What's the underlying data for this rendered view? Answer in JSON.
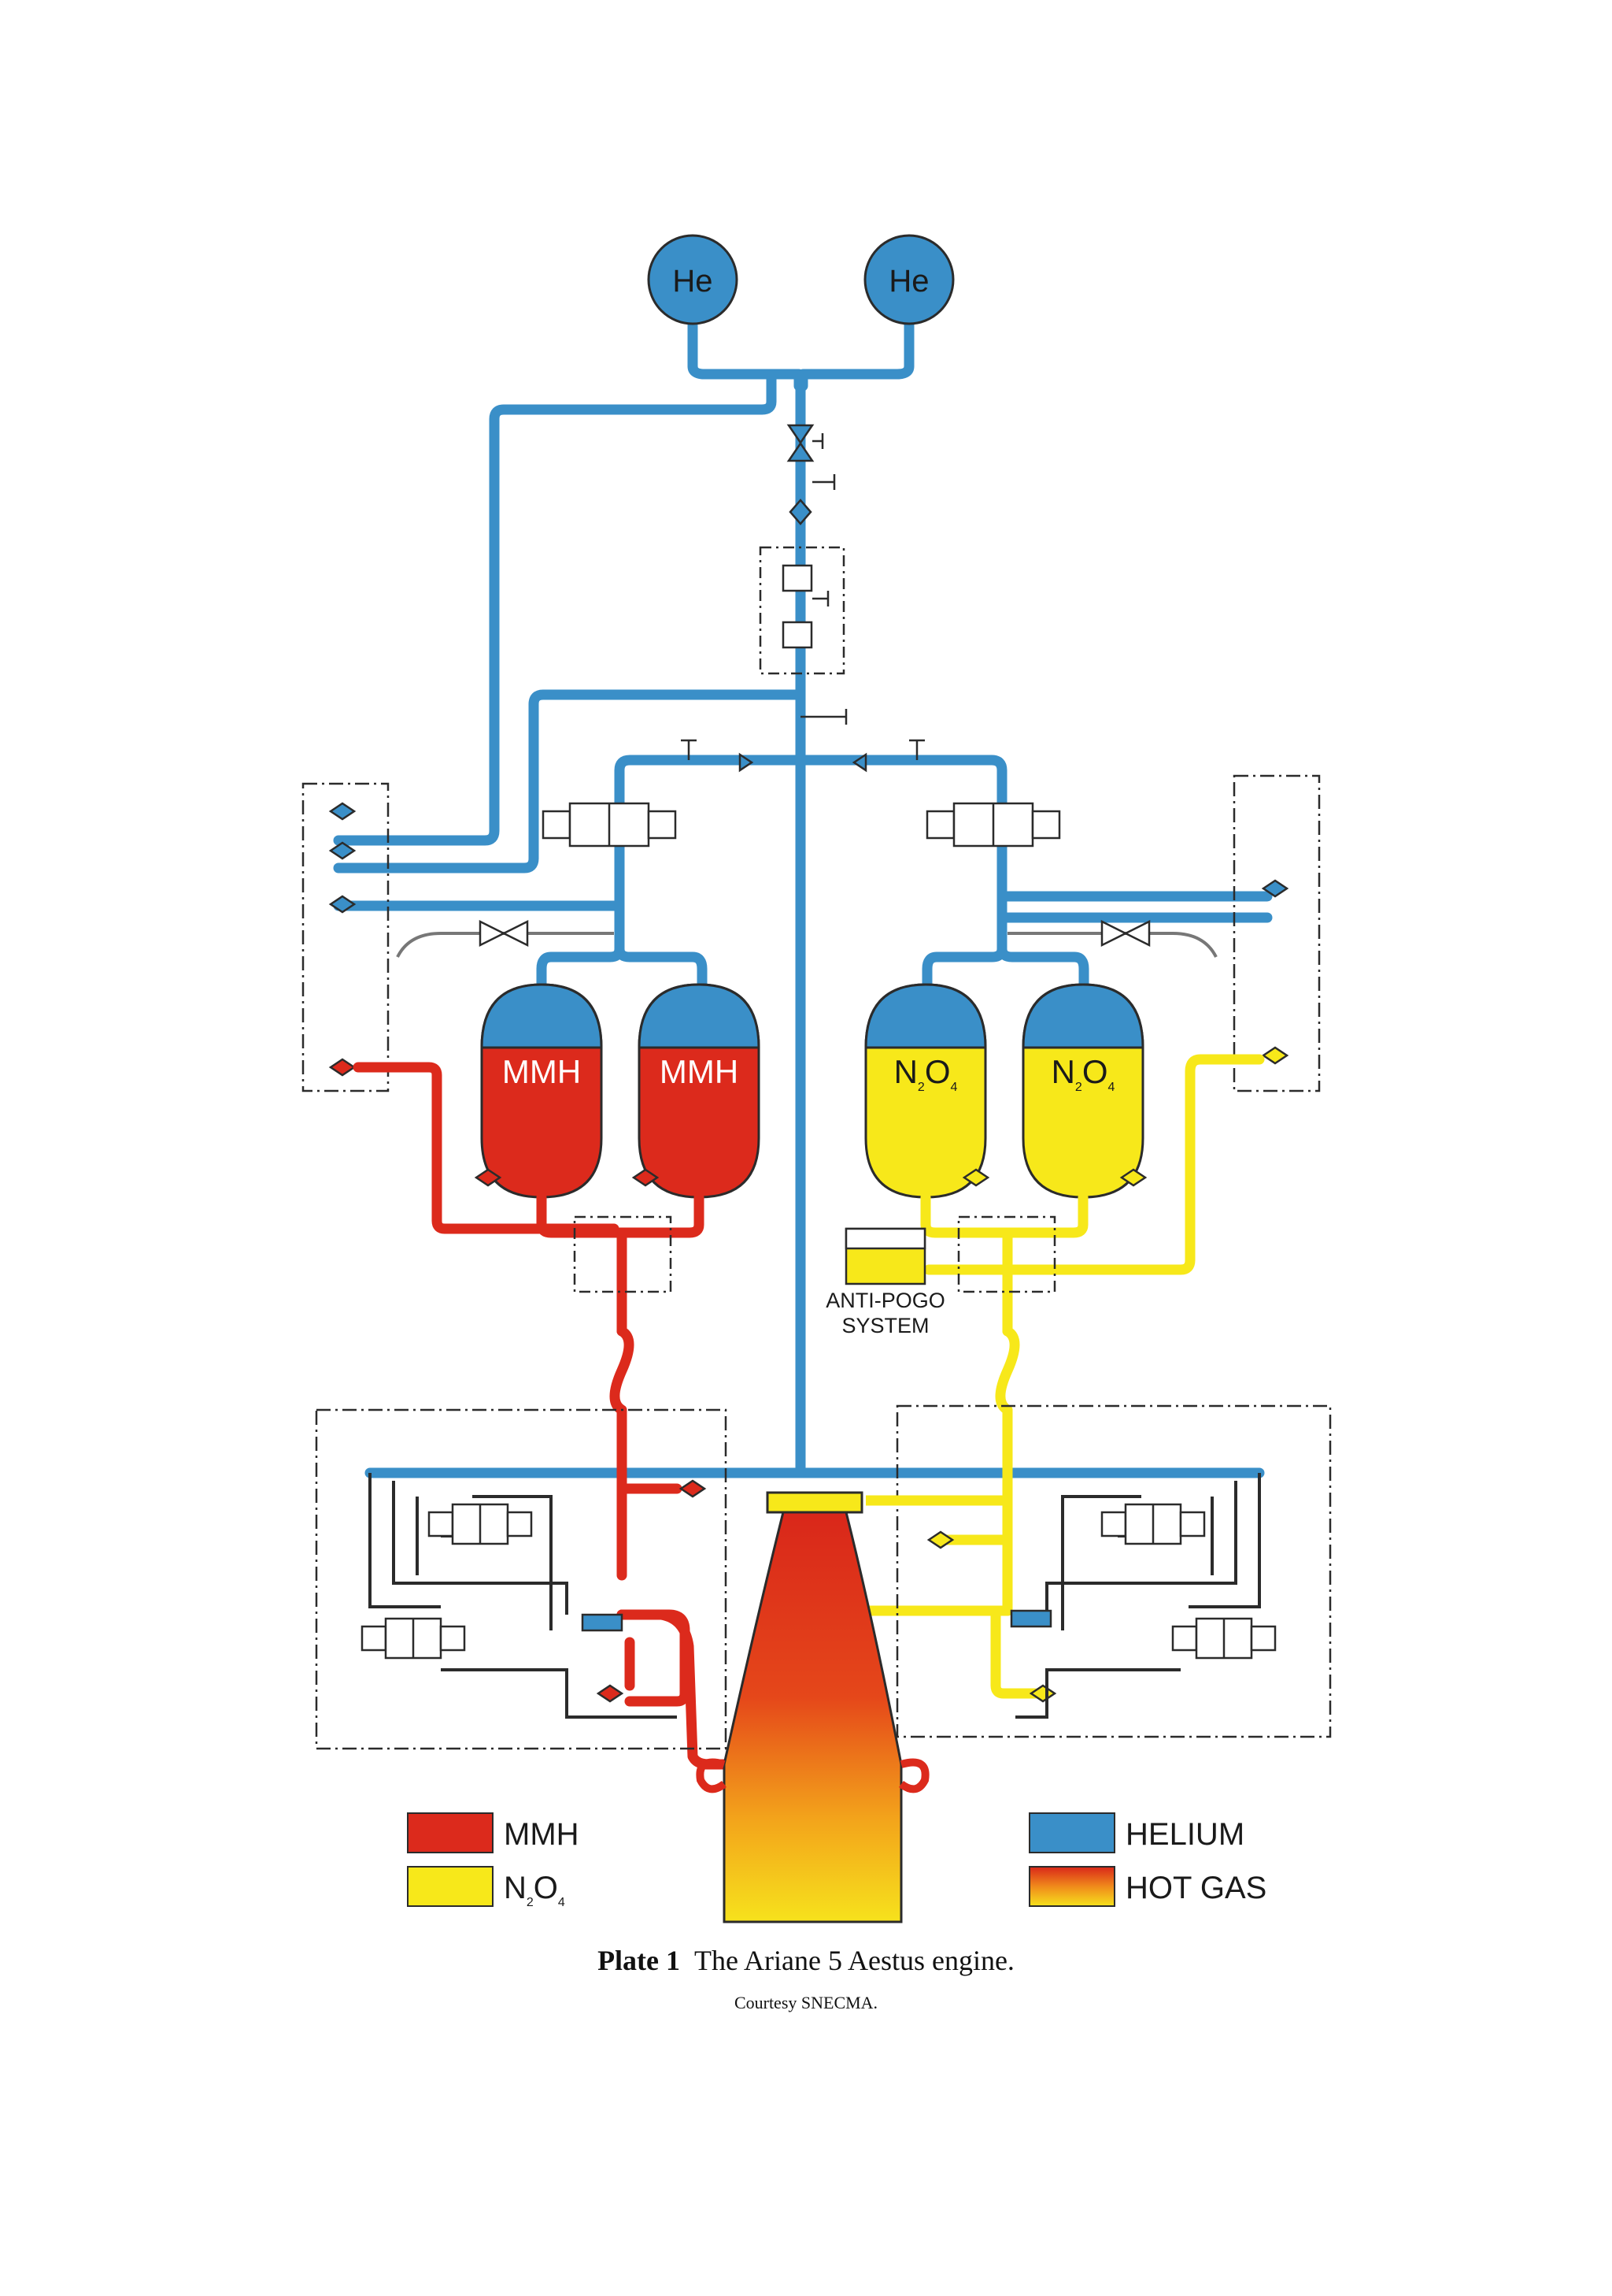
{
  "helium_tanks": [
    "He",
    "He"
  ],
  "mmh_tanks": [
    "MMH",
    "MMH"
  ],
  "n2o4_tanks": [
    {
      "main": "N",
      "sub1": "2",
      "mid": "O",
      "sub2": "4"
    },
    {
      "main": "N",
      "sub1": "2",
      "mid": "O",
      "sub2": "4"
    }
  ],
  "anti_pogo": {
    "line1": "ANTI-POGO",
    "line2": "SYSTEM"
  },
  "legend": {
    "mmh": "MMH",
    "n2o4": {
      "main": "N",
      "sub1": "2",
      "mid": "O",
      "sub2": "4"
    },
    "helium": "HELIUM",
    "hot_gas": "HOT GAS"
  },
  "colors": {
    "helium": "#3a8fc8",
    "mmh": "#dc2a1c",
    "n2o4": "#f7e81a",
    "hot_gas_top": "#d9271a",
    "hot_gas_bottom": "#f6e21c",
    "line_dark": "#2b2b2b"
  },
  "caption": {
    "plate": "Plate 1",
    "title": "The Ariane 5 Aestus engine."
  },
  "credit": "Courtesy SNECMA."
}
